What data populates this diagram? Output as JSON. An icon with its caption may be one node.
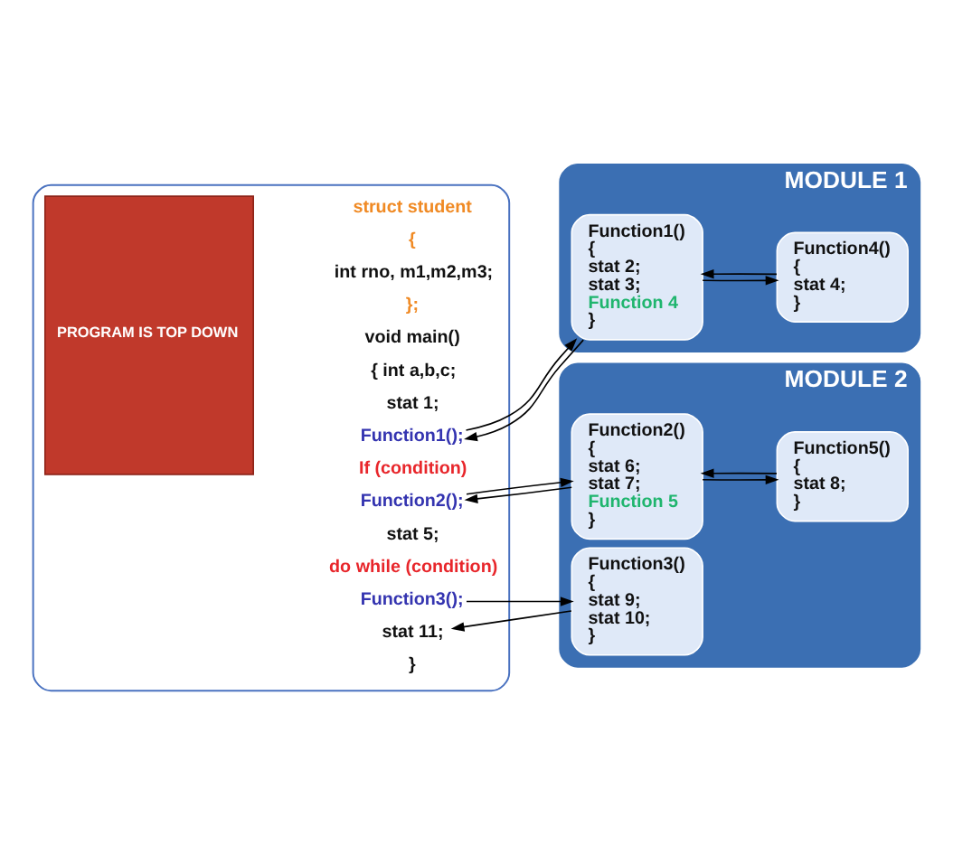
{
  "diagram": {
    "nodes": [
      {
        "text": [],
        "shape": "box"
      },
      {
        "text": [
          "PROGRAM IS TOP DOWN"
        ],
        "in": 0
      },
      {
        "text": [
          "struct student"
        ],
        "in": 0
      },
      {
        "text": [
          "{"
        ],
        "in": 0
      },
      {
        "text": [
          "int rno, m1,m2,m3;"
        ],
        "in": 0
      },
      {
        "text": [
          "};"
        ],
        "in": 0
      },
      {
        "text": [
          "void main()"
        ],
        "in": 0
      },
      {
        "text": [
          "{ int a,b,c;"
        ],
        "in": 0
      },
      {
        "text": [
          "stat 1;"
        ],
        "in": 0
      },
      {
        "text": [
          "Function1();"
        ],
        "in": 0
      },
      {
        "text": [
          "If (condition)"
        ],
        "in": 0
      },
      {
        "text": [
          "Function2();"
        ],
        "in": 0
      },
      {
        "text": [
          "stat 5;"
        ],
        "in": 0
      },
      {
        "text": [
          "do while (condition)"
        ],
        "in": 0
      },
      {
        "text": [
          "Function3();"
        ],
        "in": 0
      },
      {
        "text": [
          "stat 11;"
        ],
        "in": 0
      },
      {
        "text": [
          "}"
        ],
        "in": 0
      },
      {
        "text": [
          "MODULE 1"
        ]
      },
      {
        "text": [
          "Function1()",
          "{",
          "stat 2;",
          "stat 3;",
          "Function 4",
          "}"
        ],
        "in": 17
      },
      {
        "text": [
          "Function4()",
          "{",
          "stat 4;",
          "}"
        ],
        "in": 17
      },
      {
        "text": [
          "MODULE 2"
        ]
      },
      {
        "text": [
          "Function2()",
          "{",
          "stat 6;",
          "stat 7;",
          "Function 5",
          "}"
        ],
        "in": 20
      },
      {
        "text": [
          "Function5()",
          "{",
          "stat 8;",
          "}"
        ],
        "in": 20
      },
      {
        "text": [
          "Function3()",
          "{",
          "stat 9;",
          "stat 10;",
          "}"
        ],
        "in": 20
      }
    ],
    "edges": [
      {
        "from": 9,
        "to": 18,
        "arrow": "to"
      },
      {
        "from": 18,
        "to": 9,
        "arrow": "to"
      },
      {
        "from": 18,
        "to": 19,
        "arrow": "to"
      },
      {
        "from": 19,
        "to": 18,
        "arrow": "to"
      },
      {
        "from": 11,
        "to": 21,
        "arrow": "to"
      },
      {
        "from": 21,
        "to": 11,
        "arrow": "to"
      },
      {
        "from": 21,
        "to": 22,
        "arrow": "to"
      },
      {
        "from": 22,
        "to": 21,
        "arrow": "to"
      },
      {
        "from": 14,
        "to": 23,
        "arrow": "to"
      },
      {
        "from": 23,
        "to": 15,
        "arrow": "to"
      }
    ]
  }
}
